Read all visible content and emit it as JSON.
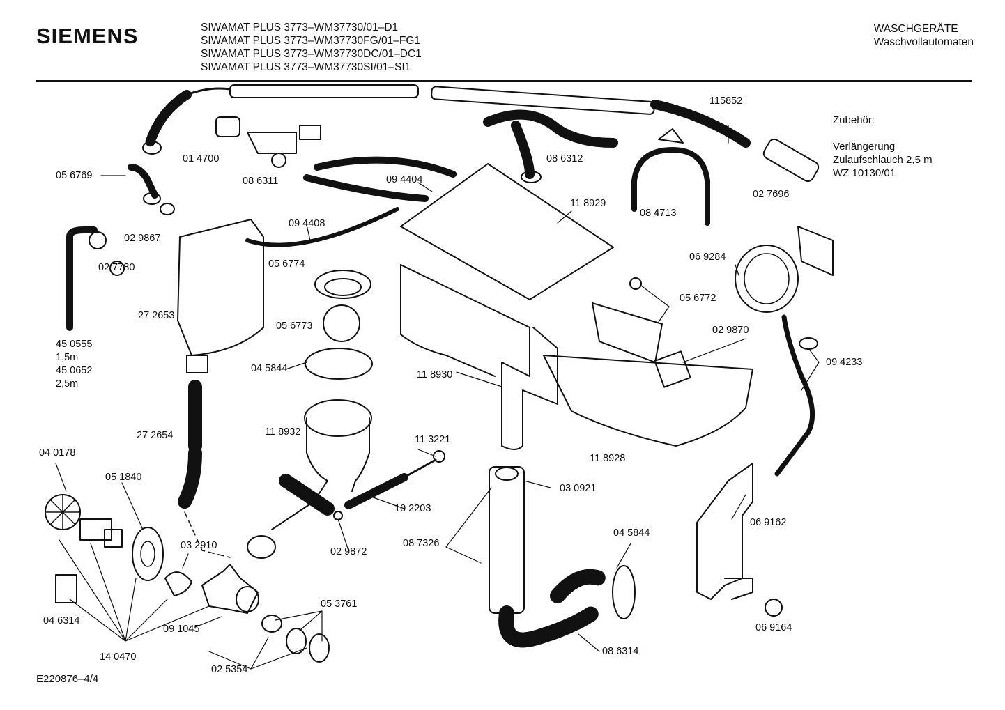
{
  "header": {
    "brand": "SIEMENS",
    "models": [
      "SIWAMAT PLUS 3773–WM37730/01–D1",
      "SIWAMAT PLUS 3773–WM37730FG/01–FG1",
      "SIWAMAT PLUS 3773–WM37730DC/01–DC1",
      "SIWAMAT PLUS 3773–WM37730SI/01–SI1"
    ],
    "category": "WASCHGERÄTE",
    "subcategory": "Waschvollautomaten"
  },
  "accessories": {
    "heading": "Zubehör:",
    "lines": [
      "Verlängerung",
      "Zulaufschlauch 2,5 m",
      "WZ 10130/01"
    ]
  },
  "footer": {
    "code": "E220876–4/4"
  },
  "parts": [
    "115852",
    "01 4700",
    "08 6311",
    "05 6769",
    "08 6312",
    "09 4404",
    "02 9867",
    "09 4408",
    "11 8929",
    "08 4713",
    "02 7696",
    "02 7780",
    "05 6774",
    "06 9284",
    "27 2653",
    "05 6773",
    "05 6772",
    "45 0555",
    "1,5m",
    "45 0652",
    "2,5m",
    "04 5844",
    "02 9870",
    "09 4233",
    "11 8930",
    "27 2654",
    "11 8932",
    "11 3221",
    "11 8928",
    "04 0178",
    "05 1840",
    "03 0921",
    "10 2203",
    "06 9162",
    "04 5844",
    "03 2910",
    "08 7326",
    "02 9872",
    "04 6314",
    "05 3761",
    "09 1045",
    "14 0470",
    "08 6314",
    "06 9164",
    "02 5354"
  ]
}
